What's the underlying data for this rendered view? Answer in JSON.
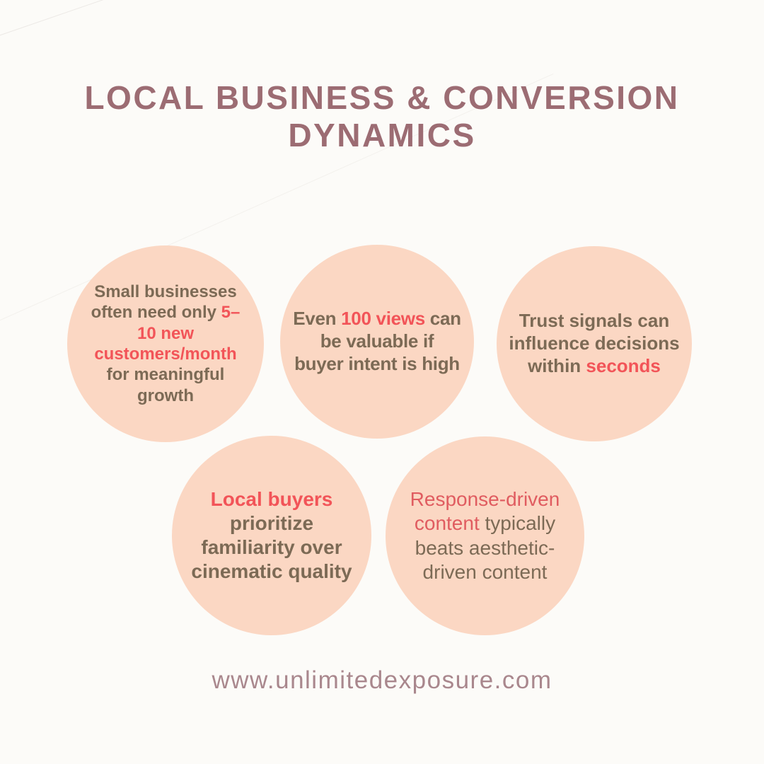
{
  "colors": {
    "background": "#FCFBF8",
    "title": "#9C6C73",
    "circle_fill": "#FBD7C3",
    "body_text": "#7C6A55",
    "accent": "#F25458",
    "accent_soft": "#E05C60",
    "footer": "#A9878D"
  },
  "header": {
    "title": "LOCAL BUSINESS & CONVERSION DYNAMICS"
  },
  "circles": [
    {
      "id": "small-business-customer-need",
      "segments": [
        {
          "t": "Small businesses\noften need only ",
          "accent": false
        },
        {
          "t": "5–\n10 new\ncustomers/month",
          "accent": true
        },
        {
          "t": "\nfor meaningful\ngrowth",
          "accent": false
        }
      ]
    },
    {
      "id": "views-value",
      "segments": [
        {
          "t": "Even ",
          "accent": false
        },
        {
          "t": "100 views",
          "accent": true
        },
        {
          "t": " can\nbe valuable if\nbuyer intent is high",
          "accent": false
        }
      ]
    },
    {
      "id": "trust-signals",
      "segments": [
        {
          "t": "Trust signals can\ninfluence decisions\nwithin ",
          "accent": false
        },
        {
          "t": "seconds",
          "accent": true
        }
      ]
    },
    {
      "id": "local-buyers-familiarity",
      "segments": [
        {
          "t": "Local buyers",
          "accent": true
        },
        {
          "t": "\nprioritize\nfamiliarity over\ncinematic quality",
          "accent": false
        }
      ]
    },
    {
      "id": "response-driven-content",
      "segments": [
        {
          "t": "Response-driven\ncontent",
          "accent": true
        },
        {
          "t": " typically\nbeats aesthetic-\ndriven content",
          "accent": false
        }
      ]
    }
  ],
  "footer": {
    "url": "www.unlimitedexposure.com"
  }
}
